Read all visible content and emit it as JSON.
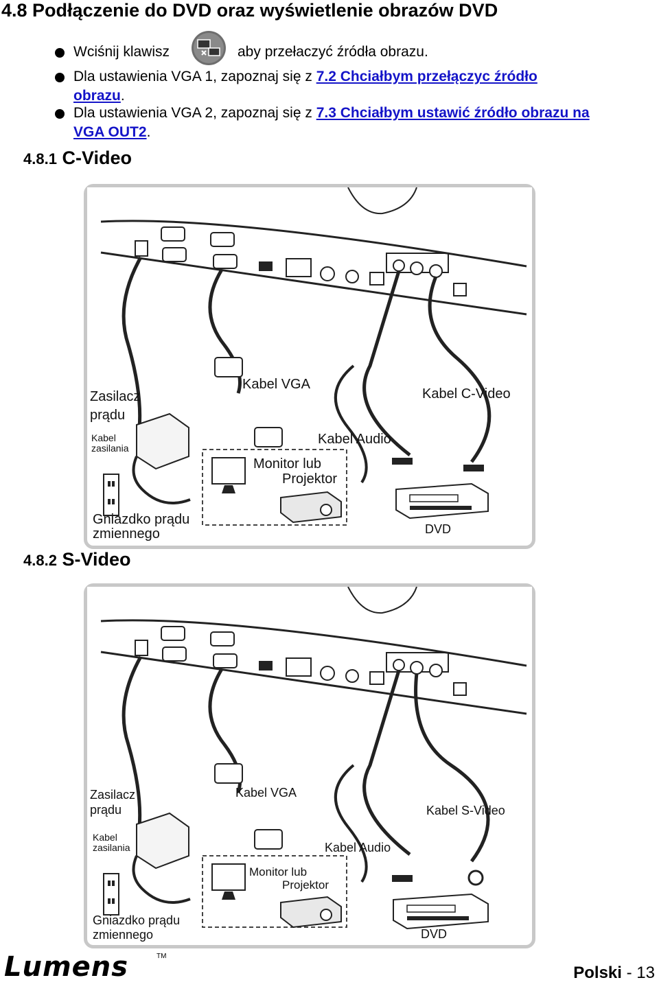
{
  "heading": "4.8 Podłączenie do DVD oraz wyświetlenie obrazów DVD",
  "bullets": {
    "b1_pre": "Wciśnij klawisz",
    "b1_post": "aby przełaczyć źródła obrazu.",
    "b2_pre": "Dla ustawienia VGA 1, zapoznaj się z ",
    "b2_link_a": "7.2 Chciałbym przełączyc źródło",
    "b2_link_b": "obrazu",
    "b2_end": ".",
    "b3_pre": "Dla ustawienia VGA 2, zapoznaj się z ",
    "b3_link_a": "7.3 Chciałbym ustawić źródło obrazu na",
    "b3_link_b": "VGA OUT2",
    "b3_end": "."
  },
  "section1": {
    "num": "4.8.1",
    "title": "C-Video",
    "labels": {
      "power": [
        "Zasilacz",
        "prądu"
      ],
      "power_cable": [
        "Kabel",
        "zasilania"
      ],
      "vga": "Kabel VGA",
      "audio": "Kabel Audio",
      "video": "Kabel C-Video",
      "monitor": [
        "Monitor lub",
        "Projektor"
      ],
      "outlet": [
        "Gniazdko prądu",
        "zmiennego"
      ],
      "dvd": "DVD"
    }
  },
  "section2": {
    "num": "4.8.2",
    "title": "S-Video",
    "labels": {
      "power": [
        "Zasilacz",
        "prądu"
      ],
      "power_cable": [
        "Kabel",
        "zasilania"
      ],
      "vga": "Kabel VGA",
      "audio": "Kabel Audio",
      "video": "Kabel S-Video",
      "monitor": [
        "Monitor lub",
        "Projektor"
      ],
      "outlet": [
        "Gniazdko prądu",
        "zmiennego"
      ],
      "dvd": "DVD"
    }
  },
  "footer": {
    "logo": "Lumens",
    "tm": "TM",
    "lang": "Polski",
    "sep": "-",
    "page": "13"
  }
}
